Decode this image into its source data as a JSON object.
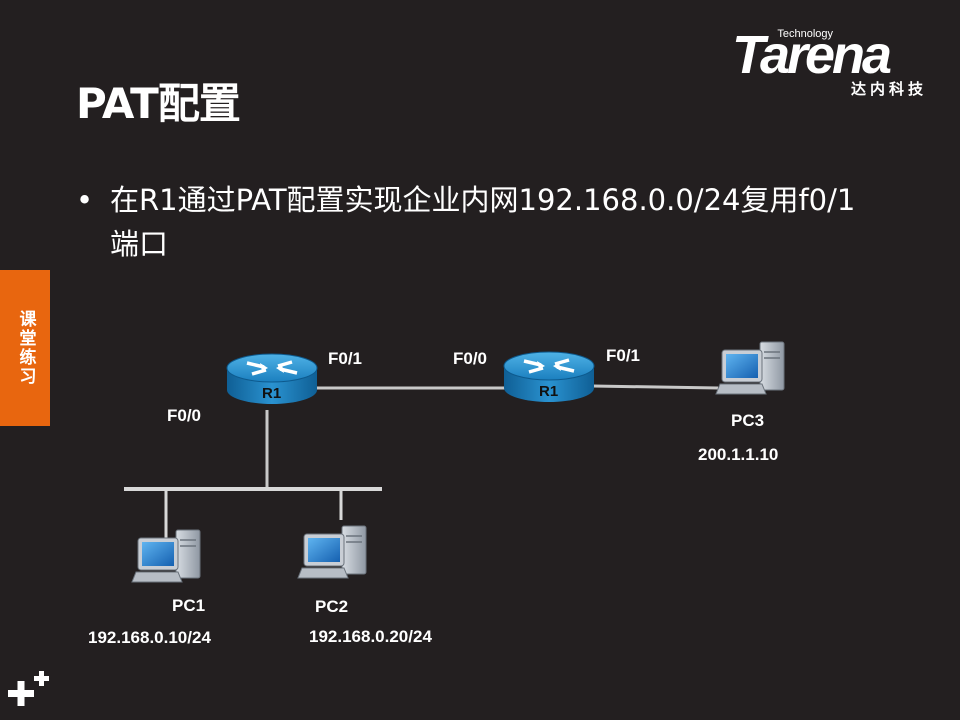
{
  "slide": {
    "title": "PAT配置",
    "bullet": "在R1通过PAT配置实现企业内网192.168.0.0/24复用f0/1端口",
    "side_tab": "课堂练习"
  },
  "logo": {
    "tagline": "Technology",
    "wordmark": "Tarena",
    "chinese": "达内科技"
  },
  "diagram": {
    "routers": [
      {
        "label": "R1"
      },
      {
        "label": "R1"
      }
    ],
    "interfaces": {
      "left_router_f01": "F0/1",
      "left_router_f00": "F0/0",
      "right_router_f00": "F0/0",
      "right_router_f01": "F0/1"
    },
    "hosts": [
      {
        "name": "PC1",
        "ip": "192.168.0.10/24"
      },
      {
        "name": "PC2",
        "ip": "192.168.0.20/24"
      },
      {
        "name": "PC3",
        "ip": "200.1.1.10"
      }
    ]
  },
  "colors": {
    "background": "#231f20",
    "accent": "#e8660f",
    "router_blue": "#1b7fbf",
    "link_gray": "#c8c8c8"
  }
}
